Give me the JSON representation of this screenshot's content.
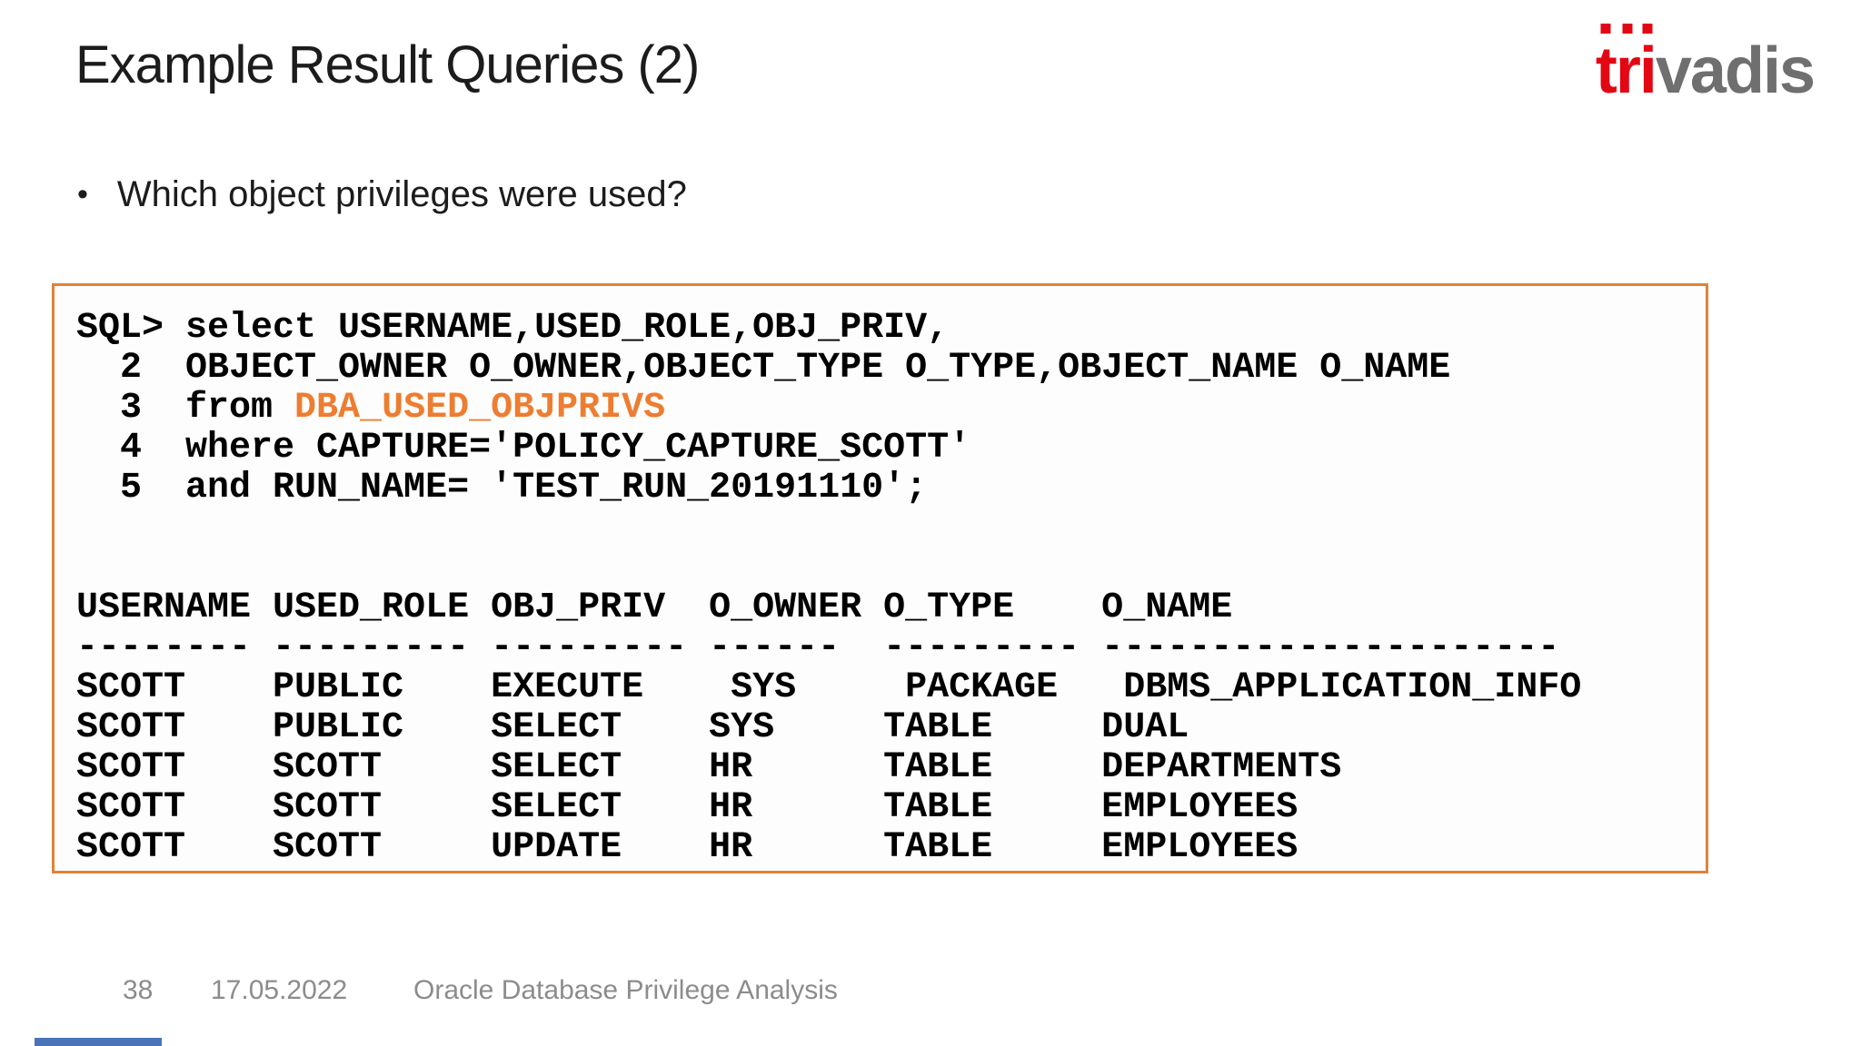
{
  "slide": {
    "title": "Example Result Queries (2)",
    "bullet": "Which object privileges were used?",
    "bullet_glyph": "•",
    "page_number": "38",
    "date": "17.05.2022",
    "footer_title": "Oracle Database Privilege Analysis"
  },
  "logo": {
    "brand": "trivadis",
    "red_letters": [
      "t",
      "r",
      "i"
    ],
    "gray_part": "vadis",
    "red_color": "#e30613",
    "gray_color": "#706f6f"
  },
  "colors": {
    "box_border": "#df8339",
    "highlight_text": "#ed7d31",
    "code_text": "#000000",
    "footer_text": "#8c8c8c",
    "progress_bar": "#4a73b8"
  },
  "terminal": {
    "code_lines": {
      "line1": "SQL> select USERNAME,USED_ROLE,OBJ_PRIV,",
      "line2": "  2  OBJECT_OWNER O_OWNER,OBJECT_TYPE O_TYPE,OBJECT_NAME O_NAME",
      "line3_prefix": "  3  from ",
      "line3_highlight": "DBA_USED_OBJPRIVS",
      "line4": "  4  where CAPTURE='POLICY_CAPTURE_SCOTT'",
      "line5": "  5  and RUN_NAME= 'TEST_RUN_20191110';"
    },
    "result": {
      "header_line": "USERNAME USED_ROLE OBJ_PRIV  O_OWNER O_TYPE    O_NAME",
      "separator_line": "-------- --------- --------- ------  --------- ---------------------",
      "row_lines": [
        "SCOTT    PUBLIC    EXECUTE    SYS     PACKAGE   DBMS_APPLICATION_INFO",
        "SCOTT    PUBLIC    SELECT    SYS     TABLE     DUAL",
        "SCOTT    SCOTT     SELECT    HR      TABLE     DEPARTMENTS",
        "SCOTT    SCOTT     SELECT    HR      TABLE     EMPLOYEES",
        "SCOTT    SCOTT     UPDATE    HR      TABLE     EMPLOYEES"
      ]
    }
  },
  "results_table": {
    "columns": [
      "USERNAME",
      "USED_ROLE",
      "OBJ_PRIV",
      "O_OWNER",
      "O_TYPE",
      "O_NAME"
    ],
    "rows": [
      [
        "SCOTT",
        "PUBLIC",
        "EXECUTE",
        "SYS",
        "PACKAGE",
        "DBMS_APPLICATION_INFO"
      ],
      [
        "SCOTT",
        "PUBLIC",
        "SELECT",
        "SYS",
        "TABLE",
        "DUAL"
      ],
      [
        "SCOTT",
        "SCOTT",
        "SELECT",
        "HR",
        "TABLE",
        "DEPARTMENTS"
      ],
      [
        "SCOTT",
        "SCOTT",
        "SELECT",
        "HR",
        "TABLE",
        "EMPLOYEES"
      ],
      [
        "SCOTT",
        "SCOTT",
        "UPDATE",
        "HR",
        "TABLE",
        "EMPLOYEES"
      ]
    ]
  }
}
